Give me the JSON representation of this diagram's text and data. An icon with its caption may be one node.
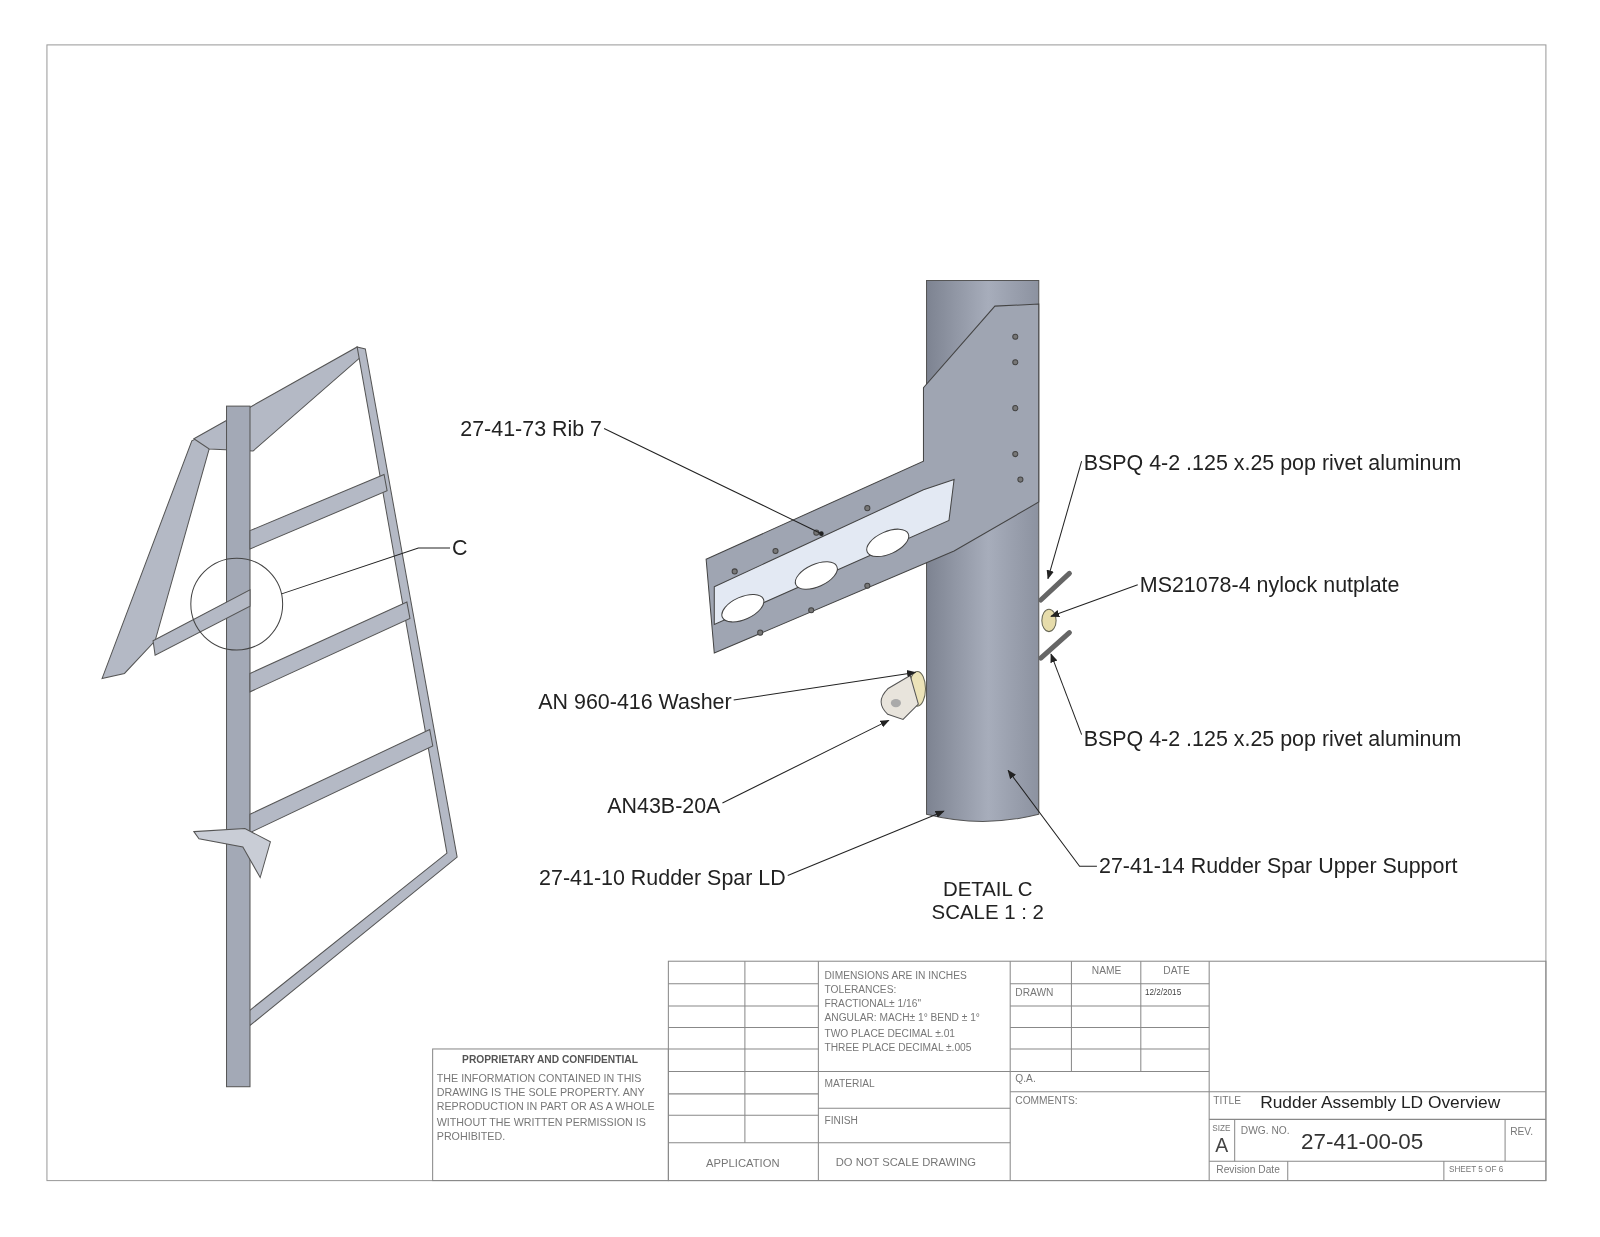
{
  "diagram": {
    "title": "Rudder Assembly LD Overview",
    "nodes": [
      {
        "text": [
          "27-41-73 Rib 7"
        ]
      },
      {
        "text": [],
        "shape": "picture"
      },
      {
        "text": [
          "C"
        ]
      },
      {
        "text": [],
        "shape": "circle"
      },
      {
        "text": [
          "BSPQ 4-2 .125 x.25 pop rivet aluminum"
        ]
      },
      {
        "text": [],
        "shape": "picture"
      },
      {
        "text": [
          "MS21078-4 nylock nutplate"
        ]
      },
      {
        "text": [],
        "shape": "circle"
      },
      {
        "text": [
          "BSPQ 4-2 .125 x.25 pop rivet aluminum"
        ]
      },
      {
        "text": [],
        "shape": "picture"
      },
      {
        "text": [
          "AN 960-416 Washer"
        ]
      },
      {
        "text": [],
        "shape": "circle"
      },
      {
        "text": [
          "AN43B-20A"
        ]
      },
      {
        "text": [],
        "shape": "picture"
      },
      {
        "text": [
          "27-41-10 Rudder Spar LD"
        ]
      },
      {
        "text": [],
        "shape": "picture"
      },
      {
        "text": [
          "27-41-14 Rudder Spar Upper Support"
        ]
      }
    ],
    "edges": [
      {
        "from": 0,
        "to": 1,
        "arrow": "other"
      },
      {
        "from": 2,
        "to": 3,
        "arrow": "none"
      },
      {
        "from": 4,
        "to": 5,
        "arrow": "to"
      },
      {
        "from": 6,
        "to": 7,
        "arrow": "to"
      },
      {
        "from": 8,
        "to": 9,
        "arrow": "to"
      },
      {
        "from": 10,
        "to": 11,
        "arrow": "to"
      },
      {
        "from": 12,
        "to": 13,
        "arrow": "to"
      },
      {
        "from": 14,
        "to": 15,
        "arrow": "to"
      },
      {
        "from": 16,
        "to": 15,
        "arrow": "to"
      }
    ],
    "labels": [
      "DETAIL C SCALE 1 : 2",
      "DIMENSIONS ARE IN INCHES",
      "TOLERANCES:",
      "FRACTIONAL± 1/16\"",
      "ANGULAR: MACH± 1° BEND ± 1°",
      "TWO PLACE DECIMAL ±.01",
      "THREE PLACE DECIMAL ±.005",
      "NAME",
      "DATE",
      "DRAWN",
      "12/2/2015",
      "Q.A.",
      "COMMENTS:",
      "PROPRIETARY AND CONFIDENTIAL",
      "THE INFORMATION CONTAINED IN THIS DRAWING IS THE SOLE PROPERTY. ANY REPRODUCTION IN PART OR AS A WHOLE WITHOUT THE WRITTEN PERMISSION IS PROHIBITED.",
      "MATERIAL",
      "FINISH",
      "APPLICATION",
      "DO NOT SCALE DRAWING",
      "TITLE",
      "SIZE",
      "A",
      "DWG. NO.",
      "27-41-00-05",
      "REV.",
      "Revision Date",
      "SHEET 5 OF 6"
    ]
  }
}
